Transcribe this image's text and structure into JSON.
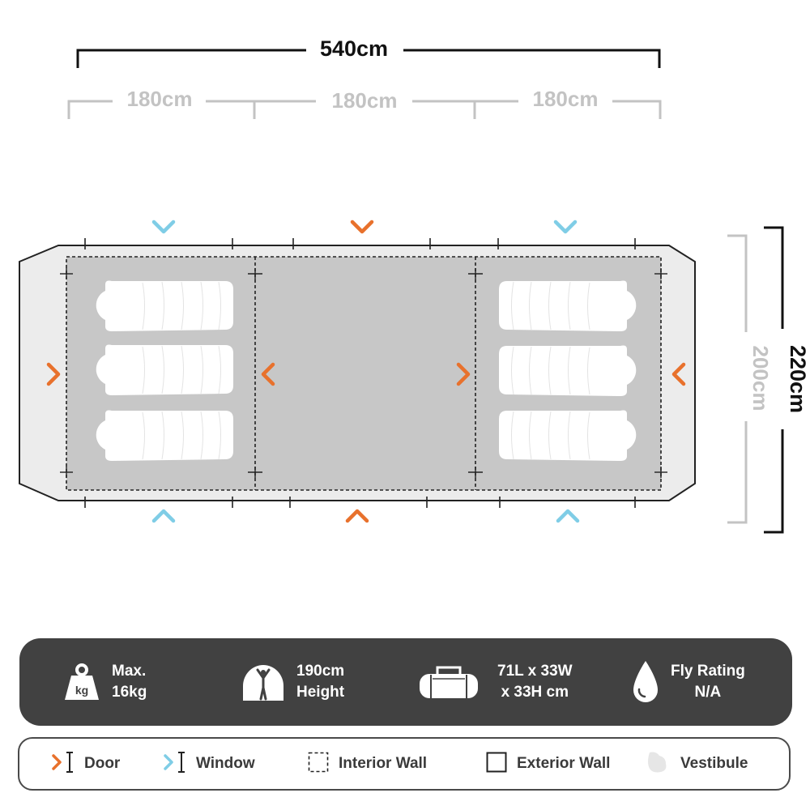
{
  "dimensions": {
    "total_length": "540cm",
    "section_lengths": [
      "180cm",
      "180cm",
      "180cm"
    ],
    "total_width": "220cm",
    "inner_width": "200cm"
  },
  "layout": {
    "rooms": 3,
    "sleeping_bags_per_side_room": 3,
    "openings": {
      "top": [
        "window",
        "door",
        "window"
      ],
      "bottom": [
        "window",
        "door",
        "window"
      ],
      "sides": [
        "door",
        "door",
        "door",
        "door"
      ]
    }
  },
  "specs": [
    {
      "icon": "weight-icon",
      "icon_label": "kg",
      "line1": "Max.",
      "line2": "16kg"
    },
    {
      "icon": "height-person-icon",
      "line1": "190cm",
      "line2": "Height"
    },
    {
      "icon": "duffel-bag-icon",
      "line1": "71L x 33W",
      "line2": "x 33H cm"
    },
    {
      "icon": "water-drop-icon",
      "line1": "Fly Rating",
      "line2": "N/A"
    }
  ],
  "legend": [
    {
      "icon": "door-icon",
      "label": "Door"
    },
    {
      "icon": "window-icon",
      "label": "Window"
    },
    {
      "icon": "interior-wall-icon",
      "label": "Interior Wall"
    },
    {
      "icon": "exterior-wall-icon",
      "label": "Exterior Wall"
    },
    {
      "icon": "vestibule-icon",
      "label": "Vestibule"
    }
  ],
  "colors": {
    "door": "#e8712c",
    "window": "#7fcde6",
    "floor": "#c7c7c7",
    "vestibule": "#ececec",
    "dark_dimension": "#111111",
    "light_dimension": "#c3c3c3",
    "spec_bar": "#414141"
  }
}
